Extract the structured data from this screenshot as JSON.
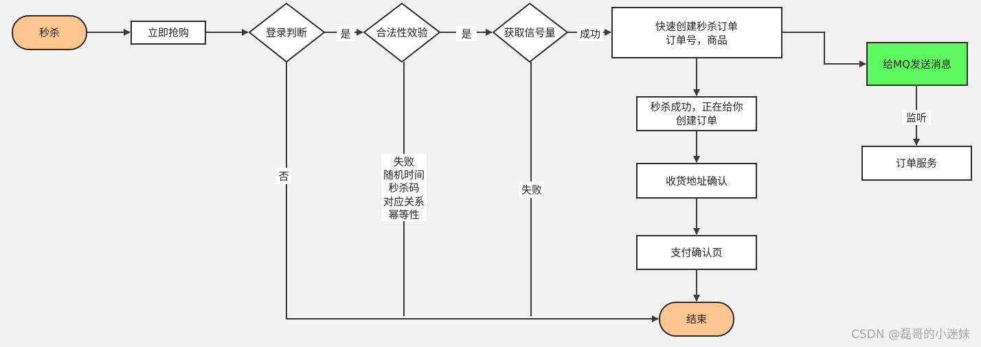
{
  "nodes": {
    "start": "秒杀",
    "buy_now": "立即抢购",
    "login_check": "登录判断",
    "legality_check": "合法性效验",
    "get_signal": "获取信号量",
    "create_order_line1": "快速创建秒杀订单",
    "create_order_line2": "订单号，商品",
    "success_msg_line1": "秒杀成功，正在给你",
    "success_msg_line2": "创建订单",
    "address_confirm": "收货地址确认",
    "pay_confirm": "支付确认页",
    "end": "结束",
    "mq_send": "给MQ发送消息",
    "order_service": "订单服务"
  },
  "edges": {
    "yes_1": "是",
    "yes_2": "是",
    "success": "成功",
    "no": "否",
    "fail_legality": [
      "失败",
      "随机时间",
      "秒杀码",
      "对应关系",
      "幂等性"
    ],
    "fail_signal": "失败",
    "listen": "监听"
  },
  "watermark": "CSDN @磊哥的小迷妹",
  "colors": {
    "terminal_fill": "#fdc690",
    "mq_fill": "#5cf75c",
    "box_fill": "#ffffff",
    "stroke": "#2b2b2b"
  }
}
